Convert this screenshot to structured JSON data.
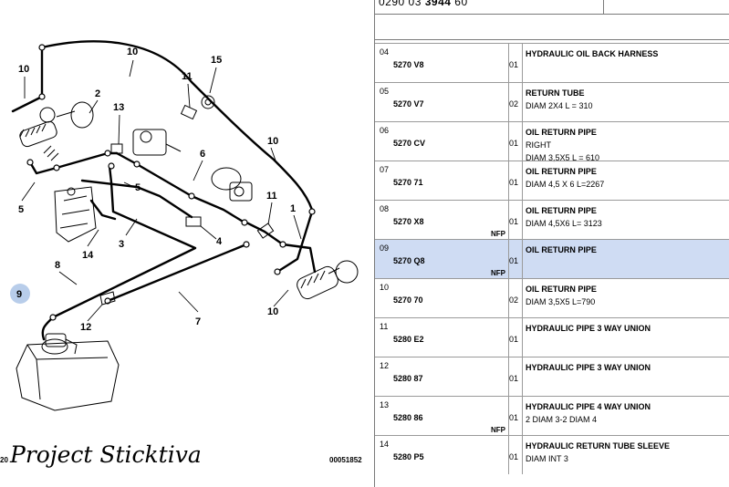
{
  "header": {
    "code_prefix": "0290 03",
    "code_bold": "3944",
    "code_suffix": "60"
  },
  "diagram": {
    "callouts": [
      "10",
      "10",
      "15",
      "11",
      "2",
      "13",
      "6",
      "10",
      "5",
      "5",
      "11",
      "1",
      "4",
      "14",
      "3",
      "8",
      "9",
      "12",
      "7",
      "10"
    ],
    "ref_code": "00051852",
    "edge_fragment": "20",
    "watermark": "Project Sticktiva"
  },
  "parts": [
    {
      "num": "04",
      "ref": "5270 V8",
      "nfp": "",
      "qty": "01",
      "title": "HYDRAULIC OIL BACK HARNESS",
      "detail": []
    },
    {
      "num": "05",
      "ref": "5270 V7",
      "nfp": "",
      "qty": "02",
      "title": "RETURN TUBE",
      "detail": [
        "DIAM 2X4 L = 310"
      ]
    },
    {
      "num": "06",
      "ref": "5270 CV",
      "nfp": "",
      "qty": "01",
      "title": "OIL RETURN PIPE",
      "detail": [
        "RIGHT",
        "DIAM 3,5X5 L = 610"
      ]
    },
    {
      "num": "07",
      "ref": "5270 71",
      "nfp": "",
      "qty": "01",
      "title": "OIL RETURN PIPE",
      "detail": [
        "DIAM 4,5 X 6 L=2267"
      ]
    },
    {
      "num": "08",
      "ref": "5270 X8",
      "nfp": "NFP",
      "qty": "01",
      "title": "OIL RETURN PIPE",
      "detail": [
        "DIAM 4,5X6 L= 3123"
      ]
    },
    {
      "num": "09",
      "ref": "5270 Q8",
      "nfp": "NFP",
      "qty": "01",
      "title": "OIL RETURN PIPE",
      "detail": [],
      "selected": true
    },
    {
      "num": "10",
      "ref": "5270 70",
      "nfp": "",
      "qty": "02",
      "title": "OIL RETURN PIPE",
      "detail": [
        "DIAM 3,5X5 L=790"
      ]
    },
    {
      "num": "11",
      "ref": "5280 E2",
      "nfp": "",
      "qty": "01",
      "title": "HYDRAULIC PIPE 3 WAY UNION",
      "detail": []
    },
    {
      "num": "12",
      "ref": "5280 87",
      "nfp": "",
      "qty": "01",
      "title": "HYDRAULIC PIPE 3 WAY UNION",
      "detail": []
    },
    {
      "num": "13",
      "ref": "5280 86",
      "nfp": "NFP",
      "qty": "01",
      "title": "HYDRAULIC PIPE 4 WAY UNION",
      "detail": [
        "2 DIAM 3-2 DIAM 4"
      ]
    },
    {
      "num": "14",
      "ref": "5280 P5",
      "nfp": "",
      "qty": "01",
      "title": "HYDRAULIC RETURN TUBE SLEEVE",
      "detail": [
        "DIAM INT 3"
      ]
    }
  ],
  "colors": {
    "selected_row": "#cfdcf3",
    "highlight_callout": "#b8cdea",
    "grid_line": "#9a9a9a"
  }
}
